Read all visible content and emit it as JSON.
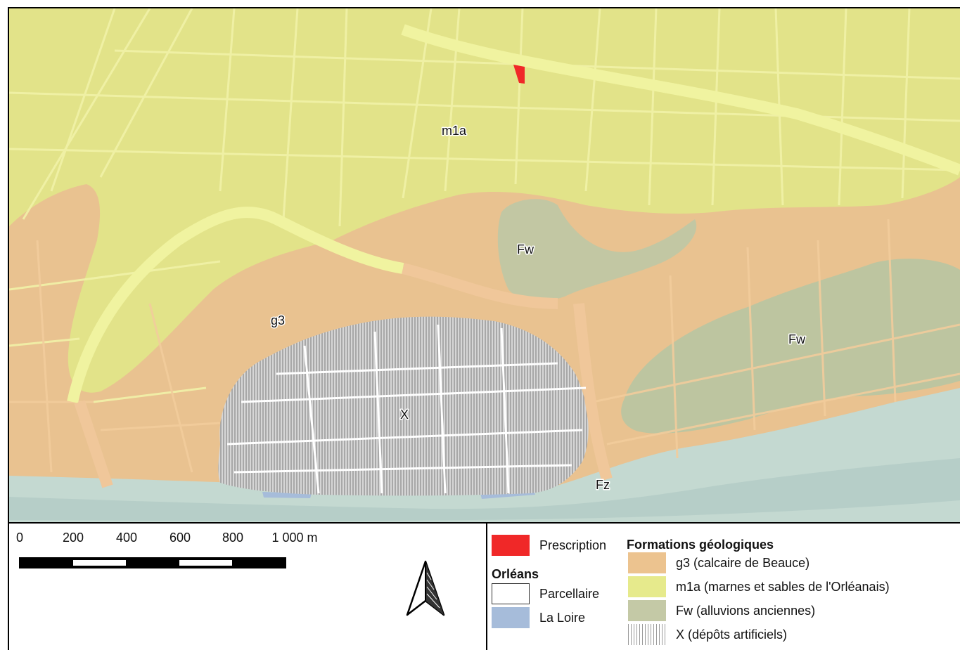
{
  "map": {
    "labels": {
      "m1a": "m1a",
      "fw_north": "Fw",
      "fw_east": "Fw",
      "g3": "g3",
      "x": "X",
      "fz": "Fz"
    }
  },
  "scale": {
    "ticks": [
      "0",
      "200",
      "400",
      "600",
      "800",
      "1 000 m"
    ]
  },
  "legend": {
    "prescription": "Prescription",
    "orleans_title": "Orléans",
    "parcellaire": "Parcellaire",
    "la_loire": "La Loire",
    "formations_title": "Formations géologiques",
    "g3": "g3 (calcaire de Beauce)",
    "m1a": "m1a (marnes et sables de l'Orléanais)",
    "fw": "Fw (alluvions anciennes)",
    "x": "X (dépôts artificiels)"
  },
  "colors": {
    "prescription": "#f02828",
    "g3": "#ecc38f",
    "m1a": "#e6ea8c",
    "fw": "#c4c9a6",
    "fz": "#c3d9d2",
    "loire": "#a9c0dc",
    "x_hatch": "#9a9a9a"
  },
  "icons": {
    "north": "north-arrow-icon"
  }
}
